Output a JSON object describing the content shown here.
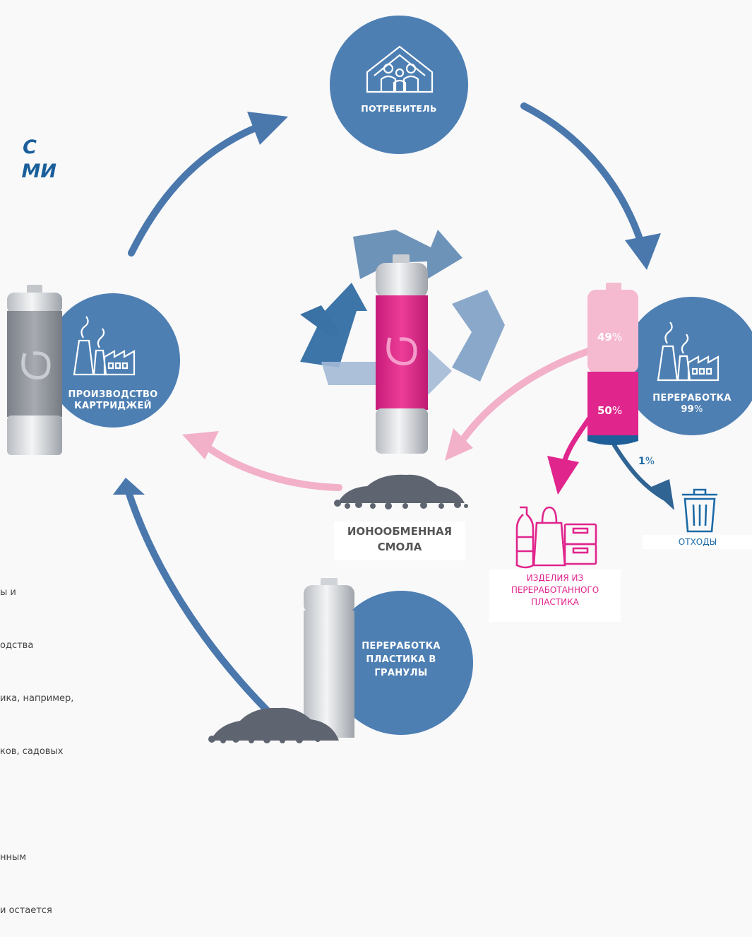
{
  "title": {
    "line1": "С",
    "line2": "МИ"
  },
  "consumer": {
    "label": "ПОТРЕБИТЕЛЬ"
  },
  "production": {
    "line1": "ПРОИЗВОДСТВО",
    "line2": "КАРТРИДЖЕЙ"
  },
  "recycling": {
    "line1": "ПЕРЕРАБОТКА",
    "percent_value": "99",
    "percent_sign": "%"
  },
  "granules": {
    "line1": "ПЕРЕРАБОТКА",
    "line2": "ПЛАСТИКА В",
    "line3": "ГРАНУЛЫ"
  },
  "resin": {
    "line1": "ИОНООБМЕННАЯ",
    "line2": "СМОЛА"
  },
  "products": {
    "line1": "ИЗДЕЛИЯ ИЗ",
    "line2": "ПЕРЕРАБОТАННОГО",
    "line3": "ПЛАСТИКА"
  },
  "waste": {
    "label": "ОТХОДЫ",
    "percent_value": "1",
    "percent_sign": "%"
  },
  "split": {
    "top_value": "49",
    "bottom_value": "50",
    "sign": "%"
  },
  "body_lines": [
    "ы и",
    "одства",
    "ика, например,",
    "ков, садовых",
    "",
    "нным",
    "и остается"
  ],
  "colors": {
    "blue_circle": "#4d7fb3",
    "arrow_blue": "#4a78ad",
    "pink": "#e0258c",
    "light_pink": "#f2b1c8",
    "title_blue": "#1a5f9b",
    "pile": "#5e6570"
  }
}
